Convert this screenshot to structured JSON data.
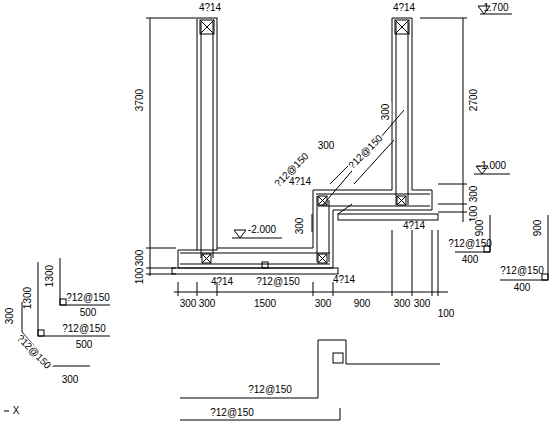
{
  "diagram": {
    "labels": [
      "4?14",
      "4?14",
      "1.700",
      "3700",
      "2700",
      "300",
      "?12@150",
      "300",
      "?12@150",
      "300",
      "4?14",
      "-1.000",
      "300",
      "100",
      "4?14",
      "-2.000",
      "300",
      "100",
      "4?14",
      "?12@150",
      "4?14",
      "300",
      "300",
      "1500",
      "300",
      "900",
      "300",
      "300",
      "100",
      "900",
      "900",
      "?12@150",
      "400",
      "?12@150",
      "400",
      "1300",
      "1300",
      "?12@150",
      "500",
      "300",
      "?12@150",
      "?12@150",
      "500",
      "300",
      "?12@150",
      "?12@150",
      "X"
    ]
  }
}
